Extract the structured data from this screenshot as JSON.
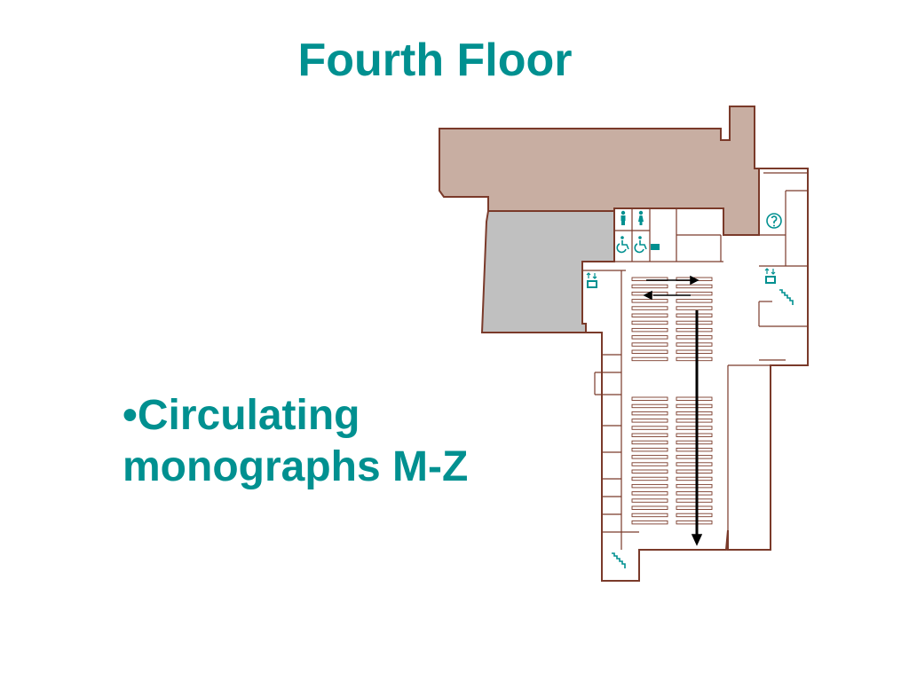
{
  "slide": {
    "title": "Fourth Floor",
    "bullet_marker": "•",
    "bullet_lines": [
      "Circulating",
      "monographs M-Z"
    ],
    "text_color": "#009090"
  },
  "floor_plan": {
    "colors": {
      "outline": "#7a3a2a",
      "upper_wing_fill": "#c8aea2",
      "gray_area_fill": "#c0c0c0",
      "icon_color": "#009090",
      "shelf_fill": "#ffffff",
      "route_arrow": "#000000"
    },
    "icons": [
      "restroom-men-icon",
      "restroom-women-icon",
      "accessible-restroom-icon",
      "accessible-restroom-icon",
      "copier-icon",
      "information-icon",
      "elevator-icon",
      "elevator-icon",
      "stairs-icon",
      "stairs-icon"
    ]
  }
}
